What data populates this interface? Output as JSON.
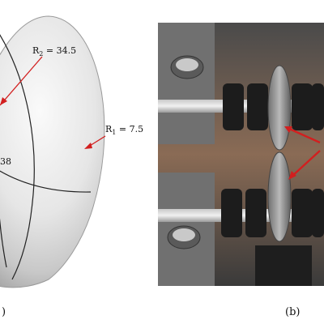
{
  "panel_a": {
    "labels": {
      "r2": "R",
      "r2_sub": "2",
      "r2_value": " = 34.5",
      "r1": "R",
      "r1_sub": "1",
      "r1_value": " = 7.5",
      "partial_value": "38"
    },
    "caption": ")"
  },
  "panel_b": {
    "caption": "(b)"
  },
  "colors": {
    "arrow": "#d21f1f",
    "shell": "#dcdcdc",
    "outline": "#222222"
  }
}
